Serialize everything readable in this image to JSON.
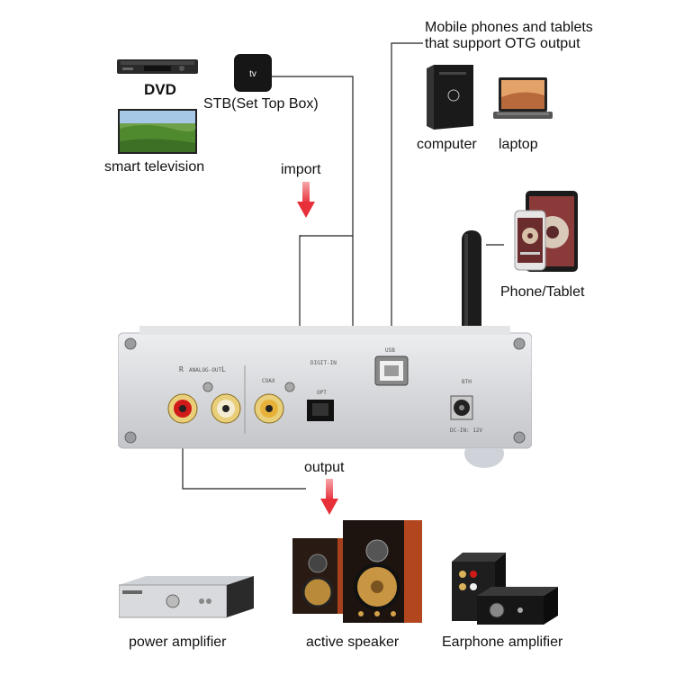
{
  "sources": {
    "dvd": "DVD",
    "stb": "STB(Set Top Box)",
    "tv": "smart television",
    "import": "import"
  },
  "usb_sources": {
    "title_line1": "Mobile phones and tablets",
    "title_line2": "that support OTG output",
    "computer": "computer",
    "laptop": "laptop"
  },
  "bluetooth": {
    "phone_tablet": "Phone/Tablet"
  },
  "device_panel": {
    "analog_out": "ANALOG-OUT",
    "r": "R",
    "l": "L",
    "coax": "COAX",
    "digit_in": "DIGIT-IN",
    "opt": "OPT",
    "usb": "USB",
    "bth": "BTH",
    "dc_in": "DC-IN: 12V",
    "stb_logo": "tv"
  },
  "outputs": {
    "output": "output",
    "power_amp": "power amplifier",
    "active_speaker": "active speaker",
    "earphone_amp": "Earphone amplifier"
  },
  "colors": {
    "arrow": "#e8303a",
    "wire": "#222222",
    "panel": "#dcdde0",
    "rca_red": "#d01a1a",
    "rca_gold": "#d8a93a"
  }
}
